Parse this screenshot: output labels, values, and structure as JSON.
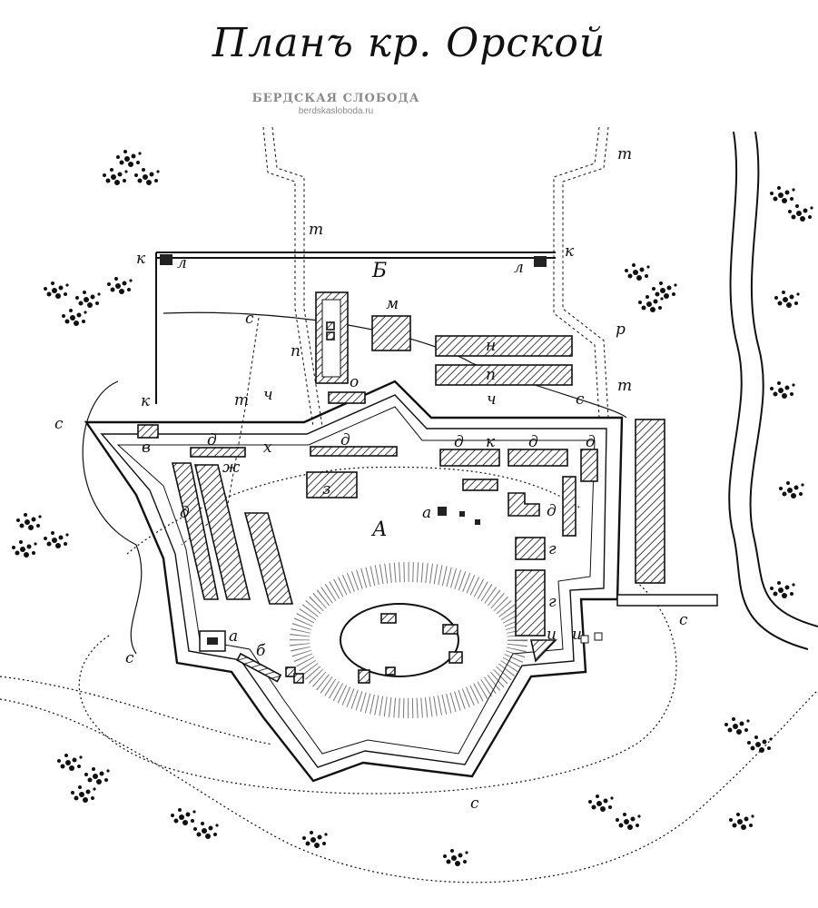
{
  "title": "Планъ кр. Орской",
  "watermark": {
    "name": "БЕРДСКАЯ СЛОБОДА",
    "url": "berdskasloboda.ru"
  },
  "labels": {
    "A": "А",
    "B": "Б",
    "a": "а",
    "b": "б",
    "v": "в",
    "g": "г",
    "d": "д",
    "zh": "ж",
    "z": "з",
    "i": "и",
    "k": "к",
    "l": "л",
    "m": "м",
    "n": "н",
    "o": "о",
    "p": "п",
    "r": "р",
    "s": "с",
    "t": "т",
    "ch": "ч",
    "x": "х"
  },
  "colors": {
    "ink": "#111111",
    "paper": "#ffffff",
    "watermark": "#8a8a8a"
  }
}
